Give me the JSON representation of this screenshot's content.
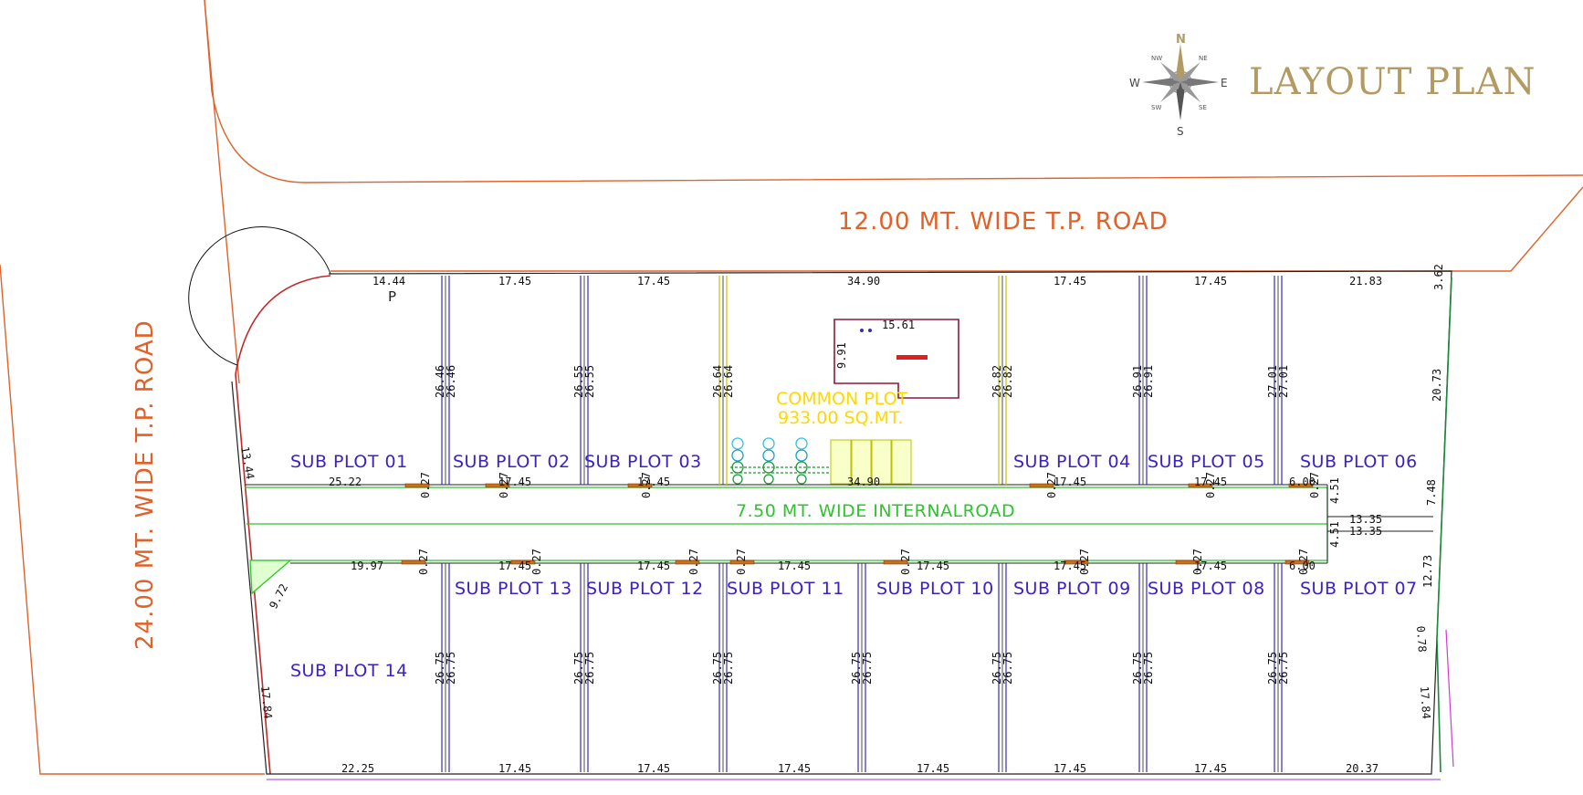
{
  "title": {
    "text": "LAYOUT PLAN",
    "compass": {
      "north": "N",
      "south": "S",
      "east": "E",
      "west": "W",
      "ne": "NE",
      "nw": "NW",
      "se": "SE",
      "sw": "SW"
    }
  },
  "roads": {
    "top": "12.00 MT. WIDE T.P. ROAD",
    "left": "24.00 MT. WIDE T.P. ROAD",
    "internal": "7.50 MT. WIDE INTERNALROAD"
  },
  "common_plot": {
    "name": "COMMON PLOT",
    "area": "933.00 SQ.MT.",
    "bldg_width": "15.61",
    "bldg_depth": "9.91"
  },
  "corner_mark": "P",
  "colors": {
    "road": "#e0622a",
    "plot_text": "#3b22c4",
    "internal_road": "#2ec42e",
    "common": "#ffd800",
    "title": "#b39a62"
  },
  "top_plots": [
    {
      "label": "SUB PLOT 01",
      "top_w": "14.44",
      "bottom_w": "25.22",
      "side_l": "13.44",
      "side_r": "26.46"
    },
    {
      "label": "SUB PLOT 02",
      "top_w": "17.45",
      "bottom_w": "17.45",
      "side_r": "26.55"
    },
    {
      "label": "SUB PLOT 03",
      "top_w": "17.45",
      "bottom_w": "17.45",
      "side_r": "26.64"
    },
    {
      "label": "COMMON",
      "top_w": "34.90",
      "bottom_w": "34.90",
      "side_r": "26.82"
    },
    {
      "label": "SUB PLOT 04",
      "top_w": "17.45",
      "bottom_w": "17.45",
      "side_r": "26.91"
    },
    {
      "label": "SUB PLOT 05",
      "top_w": "17.45",
      "bottom_w": "17.45",
      "side_r": "27.01"
    },
    {
      "label": "SUB PLOT 06",
      "top_w": "21.83",
      "bottom_w": "6.00",
      "side_r": "20.73"
    }
  ],
  "bottom_plots": [
    {
      "label": "SUB PLOT 14",
      "top_w": "19.97",
      "bottom_w": "22.25",
      "side_l": "17.84",
      "chamfer": "9.72"
    },
    {
      "label": "SUB PLOT 13",
      "top_w": "17.45",
      "bottom_w": "17.45",
      "side": "26.75"
    },
    {
      "label": "SUB PLOT 12",
      "top_w": "17.45",
      "bottom_w": "17.45",
      "side": "26.75"
    },
    {
      "label": "SUB PLOT 11",
      "top_w": "17.45",
      "bottom_w": "17.45",
      "side": "26.75"
    },
    {
      "label": "SUB PLOT 10",
      "top_w": "17.45",
      "bottom_w": "17.45",
      "side": "26.75"
    },
    {
      "label": "SUB PLOT 09",
      "top_w": "17.45",
      "bottom_w": "17.45",
      "side": "26.75"
    },
    {
      "label": "SUB PLOT 08",
      "top_w": "17.45",
      "bottom_w": "17.45",
      "side": "26.75"
    },
    {
      "label": "SUB PLOT 07",
      "top_w": "6.00",
      "bottom_w": "20.37",
      "side_r": "17.84"
    }
  ],
  "misc_dims": {
    "right_top": "3.62",
    "right_a": "7.48",
    "right_b": "12.73",
    "right_c": "0.78",
    "road_end_1": "4.51",
    "road_end_2": "4.51",
    "road_w_1": "13.35",
    "road_w_2": "13.35",
    "small_027": "0.27"
  }
}
